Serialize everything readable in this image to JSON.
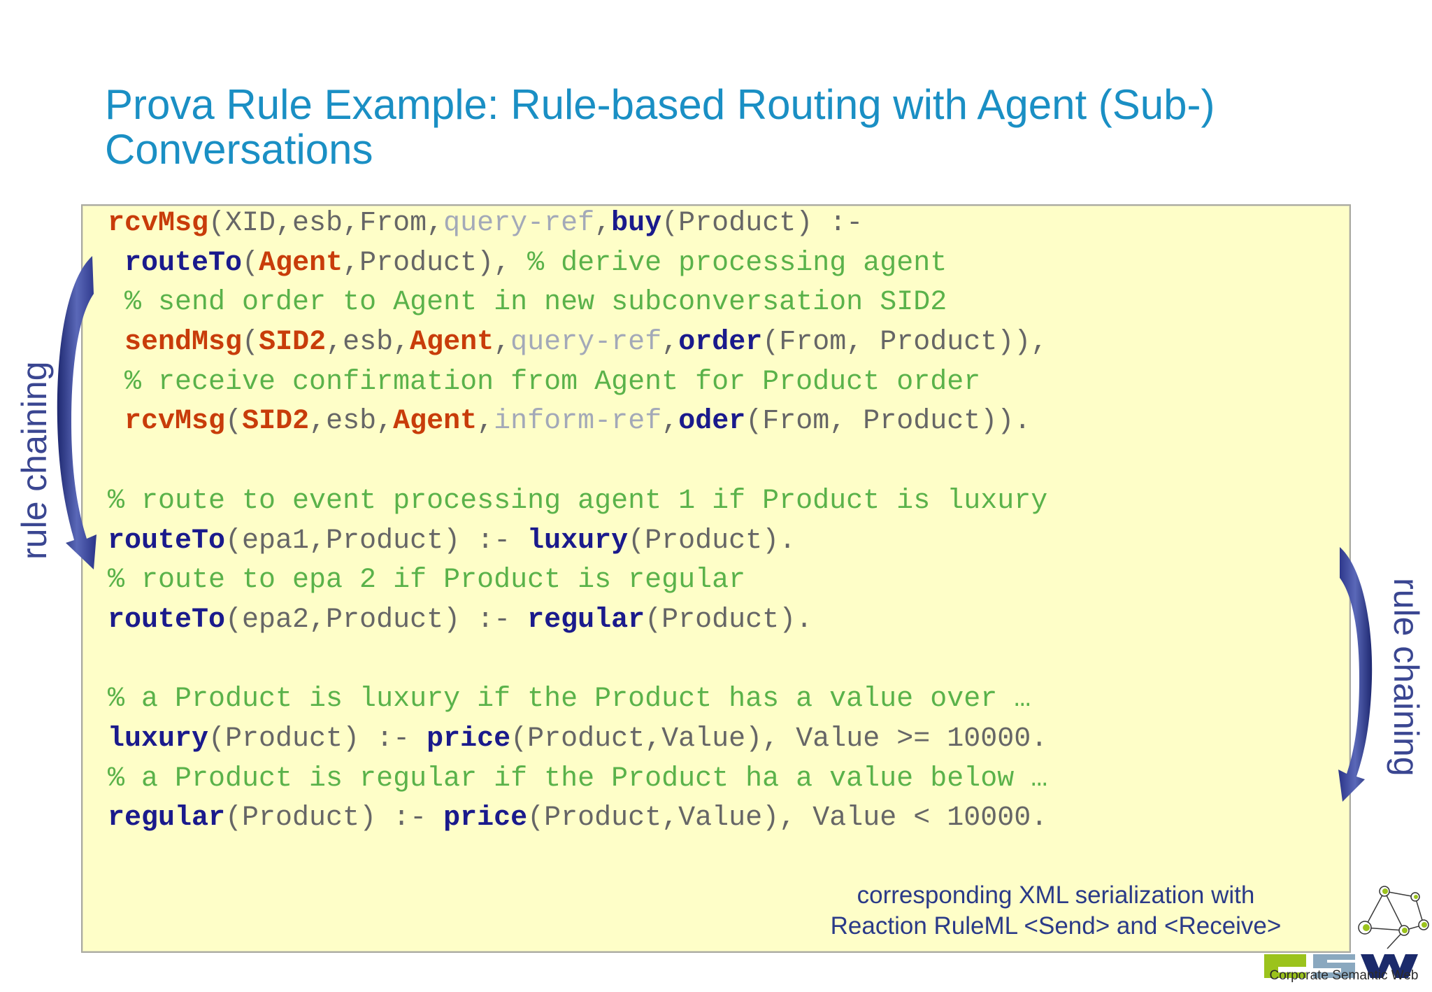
{
  "slide": {
    "title": "Prova Rule Example: Rule-based Routing with Agent (Sub-) Conversations",
    "left_label": "rule chaining",
    "right_label": "rule chaining",
    "footnote_line1": "corresponding XML serialization with",
    "footnote_line2": "Reaction RuleML <Send> and <Receive>",
    "logo_caption": "Corporate Semantic Web"
  },
  "code": [
    {
      "indent": "",
      "tokens": [
        {
          "t": "rcvMsg",
          "k": "hl"
        },
        {
          "t": "(XID,esb,From,",
          "k": "plain"
        },
        {
          "t": "query-ref",
          "k": "faint"
        },
        {
          "t": ",",
          "k": "plain"
        },
        {
          "t": "buy",
          "k": "pred"
        },
        {
          "t": "(Product) :-",
          "k": "plain"
        }
      ]
    },
    {
      "indent": " ",
      "tokens": [
        {
          "t": "routeTo",
          "k": "pred"
        },
        {
          "t": "(",
          "k": "plain"
        },
        {
          "t": "Agent",
          "k": "hl"
        },
        {
          "t": ",Product), ",
          "k": "plain"
        },
        {
          "t": "% derive processing agent",
          "k": "cmt"
        }
      ]
    },
    {
      "indent": " ",
      "tokens": [
        {
          "t": "% send order to Agent in new subconversation SID2",
          "k": "cmt"
        }
      ]
    },
    {
      "indent": " ",
      "tokens": [
        {
          "t": "sendMsg",
          "k": "hl"
        },
        {
          "t": "(",
          "k": "plain"
        },
        {
          "t": "SID2",
          "k": "hl"
        },
        {
          "t": ",esb,",
          "k": "plain"
        },
        {
          "t": "Agent",
          "k": "hl"
        },
        {
          "t": ",",
          "k": "plain"
        },
        {
          "t": "query-ref",
          "k": "faint"
        },
        {
          "t": ",",
          "k": "plain"
        },
        {
          "t": "order",
          "k": "pred"
        },
        {
          "t": "(From, Product)),",
          "k": "plain"
        }
      ]
    },
    {
      "indent": " ",
      "tokens": [
        {
          "t": "% receive confirmation from Agent for Product order",
          "k": "cmt"
        }
      ]
    },
    {
      "indent": " ",
      "tokens": [
        {
          "t": "rcvMsg",
          "k": "hl"
        },
        {
          "t": "(",
          "k": "plain"
        },
        {
          "t": "SID2",
          "k": "hl"
        },
        {
          "t": ",esb,",
          "k": "plain"
        },
        {
          "t": "Agent",
          "k": "hl"
        },
        {
          "t": ",",
          "k": "plain"
        },
        {
          "t": "inform-ref",
          "k": "faint"
        },
        {
          "t": ",",
          "k": "plain"
        },
        {
          "t": "oder",
          "k": "pred"
        },
        {
          "t": "(From, Product)).",
          "k": "plain"
        }
      ]
    },
    {
      "indent": "",
      "tokens": []
    },
    {
      "indent": "",
      "tokens": [
        {
          "t": "% route to event processing agent 1 if Product is luxury",
          "k": "cmt"
        }
      ]
    },
    {
      "indent": "",
      "tokens": [
        {
          "t": "routeTo",
          "k": "pred"
        },
        {
          "t": "(epa1,Product) :- ",
          "k": "plain"
        },
        {
          "t": "luxury",
          "k": "pred"
        },
        {
          "t": "(Product).",
          "k": "plain"
        }
      ]
    },
    {
      "indent": "",
      "tokens": [
        {
          "t": "% route to epa 2 if Product is regular",
          "k": "cmt"
        }
      ]
    },
    {
      "indent": "",
      "tokens": [
        {
          "t": "routeTo",
          "k": "pred"
        },
        {
          "t": "(epa2,Product) :- ",
          "k": "plain"
        },
        {
          "t": "regular",
          "k": "pred"
        },
        {
          "t": "(Product).",
          "k": "plain"
        }
      ]
    },
    {
      "indent": "",
      "tokens": []
    },
    {
      "indent": "",
      "tokens": [
        {
          "t": "% a Product is luxury if the Product has a value over …",
          "k": "cmt"
        }
      ]
    },
    {
      "indent": "",
      "tokens": [
        {
          "t": "luxury",
          "k": "pred"
        },
        {
          "t": "(Product) :- ",
          "k": "plain"
        },
        {
          "t": "price",
          "k": "pred"
        },
        {
          "t": "(Product,Value), Value >= 10000.",
          "k": "plain"
        }
      ]
    },
    {
      "indent": "",
      "tokens": [
        {
          "t": "% a Product is regular if the Product ha a value below …",
          "k": "cmt"
        }
      ]
    },
    {
      "indent": "",
      "tokens": [
        {
          "t": "regular",
          "k": "pred"
        },
        {
          "t": "(Product) :- ",
          "k": "plain"
        },
        {
          "t": "price",
          "k": "pred"
        },
        {
          "t": "(Product,Value), Value < 10000.",
          "k": "plain"
        }
      ]
    }
  ],
  "colors": {
    "title": "#1a8fc4",
    "predicate": "#1a1a8c",
    "highlight": "#c83c0a",
    "comment": "#5ab24a",
    "faint": "#a3a9b8",
    "box_background": "#fefec8",
    "label": "#3a4691",
    "logo_green": "#9bc31c"
  },
  "icons": {
    "left_arrow": "curved-arrow-down-icon",
    "right_arrow": "curved-arrow-down-icon",
    "logo": "csw-logo-icon"
  }
}
